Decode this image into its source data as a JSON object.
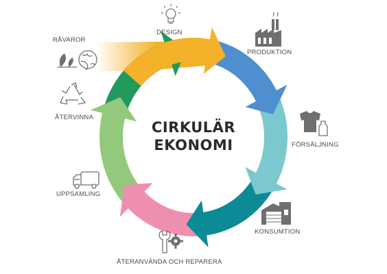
{
  "title": {
    "line1": "CIRKULÄR",
    "line2": "EKONOMI"
  },
  "stages": [
    {
      "id": "design",
      "label": "DESIGN",
      "icon": "lightbulb-icon",
      "color": "#f3b229"
    },
    {
      "id": "produktion",
      "label": "PRODUKTION",
      "icon": "factory-icon",
      "color": "#4f8fcf"
    },
    {
      "id": "forsaljning",
      "label": "FÖRSÄLJNING",
      "icon": "tshirt-bottle-icon",
      "color": "#7cc8cf"
    },
    {
      "id": "konsumtion",
      "label": "KONSUMTION",
      "icon": "house-garage-icon",
      "color": "#0c8a96"
    },
    {
      "id": "ateranvanda",
      "label": "ÅTERANVÄNDA OCH REPARERA",
      "icon": "wrench-gear-icon",
      "color": "#ef8fb0"
    },
    {
      "id": "uppsamling",
      "label": "UPPSAMLING",
      "icon": "truck-icon",
      "color": "#92c97d"
    },
    {
      "id": "atervinna",
      "label": "ÅTERVINNA",
      "icon": "recycle-icon",
      "color": "#24995e"
    }
  ],
  "input": {
    "label": "RÅVAROR",
    "icon": "leaf-globe-icon",
    "color": "#f3b229"
  }
}
